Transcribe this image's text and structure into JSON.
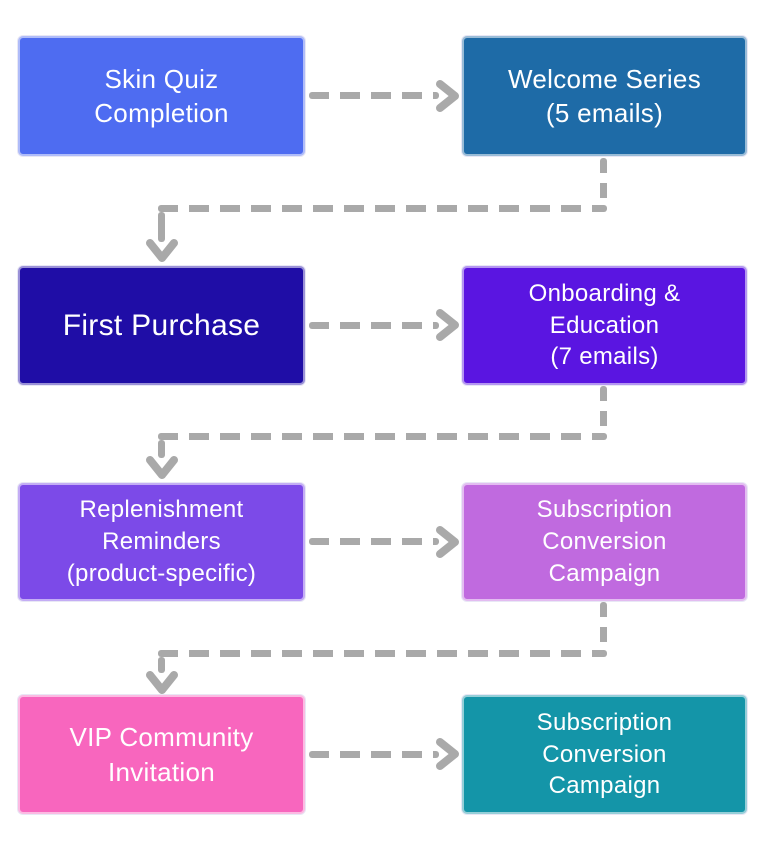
{
  "diagram": {
    "type": "flowchart",
    "connector_color": "#A9A9A9",
    "connector_style": "dashed",
    "background_color": "#FFFFFF",
    "text_color": "#FFFFFF"
  },
  "nodes": [
    {
      "id": "skin-quiz-completion",
      "label": "Skin Quiz\nCompletion",
      "color": "#4E6CF1"
    },
    {
      "id": "welcome-series",
      "label": "Welcome Series\n(5 emails)",
      "color": "#1E6BA7"
    },
    {
      "id": "first-purchase",
      "label": "First Purchase",
      "color": "#1F0DA6"
    },
    {
      "id": "onboarding-education",
      "label": "Onboarding &\nEducation\n(7 emails)",
      "color": "#5A15E1"
    },
    {
      "id": "replenishment-reminders",
      "label": "Replenishment\nReminders\n(product-specific)",
      "color": "#7C4AE8"
    },
    {
      "id": "subscription-conversion-1",
      "label": "Subscription\nConversion\nCampaign",
      "color": "#C06ADF"
    },
    {
      "id": "vip-community-invitation",
      "label": "VIP Community\nInvitation",
      "color": "#F866BE"
    },
    {
      "id": "subscription-conversion-2",
      "label": "Subscription\nConversion\nCampaign",
      "color": "#1495A8"
    }
  ],
  "edges": [
    {
      "from": "skin-quiz-completion",
      "to": "welcome-series",
      "style": "dashed-arrow"
    },
    {
      "from": "welcome-series",
      "to": "first-purchase",
      "style": "dashed-elbow-arrow"
    },
    {
      "from": "first-purchase",
      "to": "onboarding-education",
      "style": "dashed-arrow"
    },
    {
      "from": "onboarding-education",
      "to": "replenishment-reminders",
      "style": "dashed-elbow-arrow"
    },
    {
      "from": "replenishment-reminders",
      "to": "subscription-conversion-1",
      "style": "dashed-arrow"
    },
    {
      "from": "subscription-conversion-1",
      "to": "vip-community-invitation",
      "style": "dashed-elbow-arrow"
    },
    {
      "from": "vip-community-invitation",
      "to": "subscription-conversion-2",
      "style": "dashed-arrow"
    }
  ]
}
